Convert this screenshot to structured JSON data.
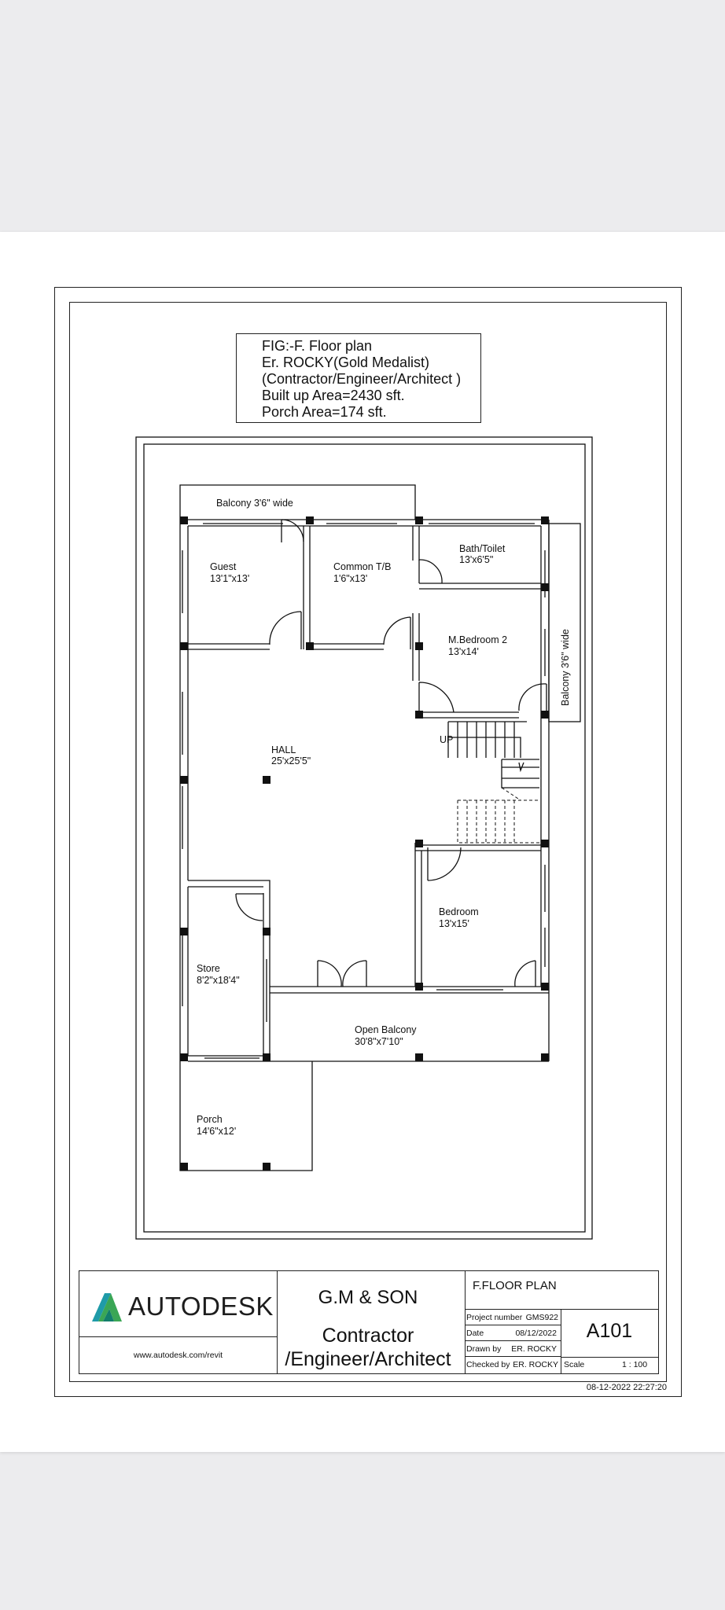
{
  "title_block": {
    "line1": "FIG:-F. Floor plan",
    "line2": "Er. ROCKY(Gold Medalist)",
    "line3": "(Contractor/Engineer/Architect )",
    "line4": "Built up Area=2430 sft.",
    "line5": "Porch Area=174 sft."
  },
  "rooms": {
    "balcony_top": "Balcony 3'6\" wide",
    "guest_name": "Guest",
    "guest_size": "13'1\"x13'",
    "common_name": "Common T/B",
    "common_size": "1'6\"x13'",
    "bath_name": "Bath/Toilet",
    "bath_size": "13'x6'5\"",
    "mbed_name": "M.Bedroom 2",
    "mbed_size": "13'x14'",
    "balcony_side": "Balcony 3'6\" wide",
    "hall_name": "HALL",
    "hall_size": "25'x25'5\"",
    "up": "UP",
    "bedroom_name": "Bedroom",
    "bedroom_size": "13'x15'",
    "store_name": "Store",
    "store_size": "8'2\"x18'4\"",
    "open_balcony_name": "Open Balcony",
    "open_balcony_size": "30'8\"x7'10\"",
    "porch_name": "Porch",
    "porch_size": "14'6\"x12'"
  },
  "footer": {
    "brand": "AUTODESK",
    "brand_url": "www.autodesk.com/revit",
    "firm_name": "G.M & SON",
    "firm_role_1": "Contractor",
    "firm_role_2": "/Engineer/Architect",
    "sheet_title": "F.FLOOR PLAN",
    "project_number_label": "Project number",
    "project_number": "GMS922",
    "date_label": "Date",
    "date": "08/12/2022",
    "drawn_by_label": "Drawn by",
    "drawn_by": "ER. ROCKY",
    "checked_by_label": "Checked by",
    "checked_by": "ER. ROCKY",
    "sheet_number": "A101",
    "scale_label": "Scale",
    "scale": "1 : 100",
    "timestamp": "08-12-2022 22:27:20"
  },
  "colors": {
    "line": "#111111",
    "logo_green": "#3aa655",
    "logo_teal": "#1f9ba8",
    "logo_dark": "#137e6b"
  }
}
